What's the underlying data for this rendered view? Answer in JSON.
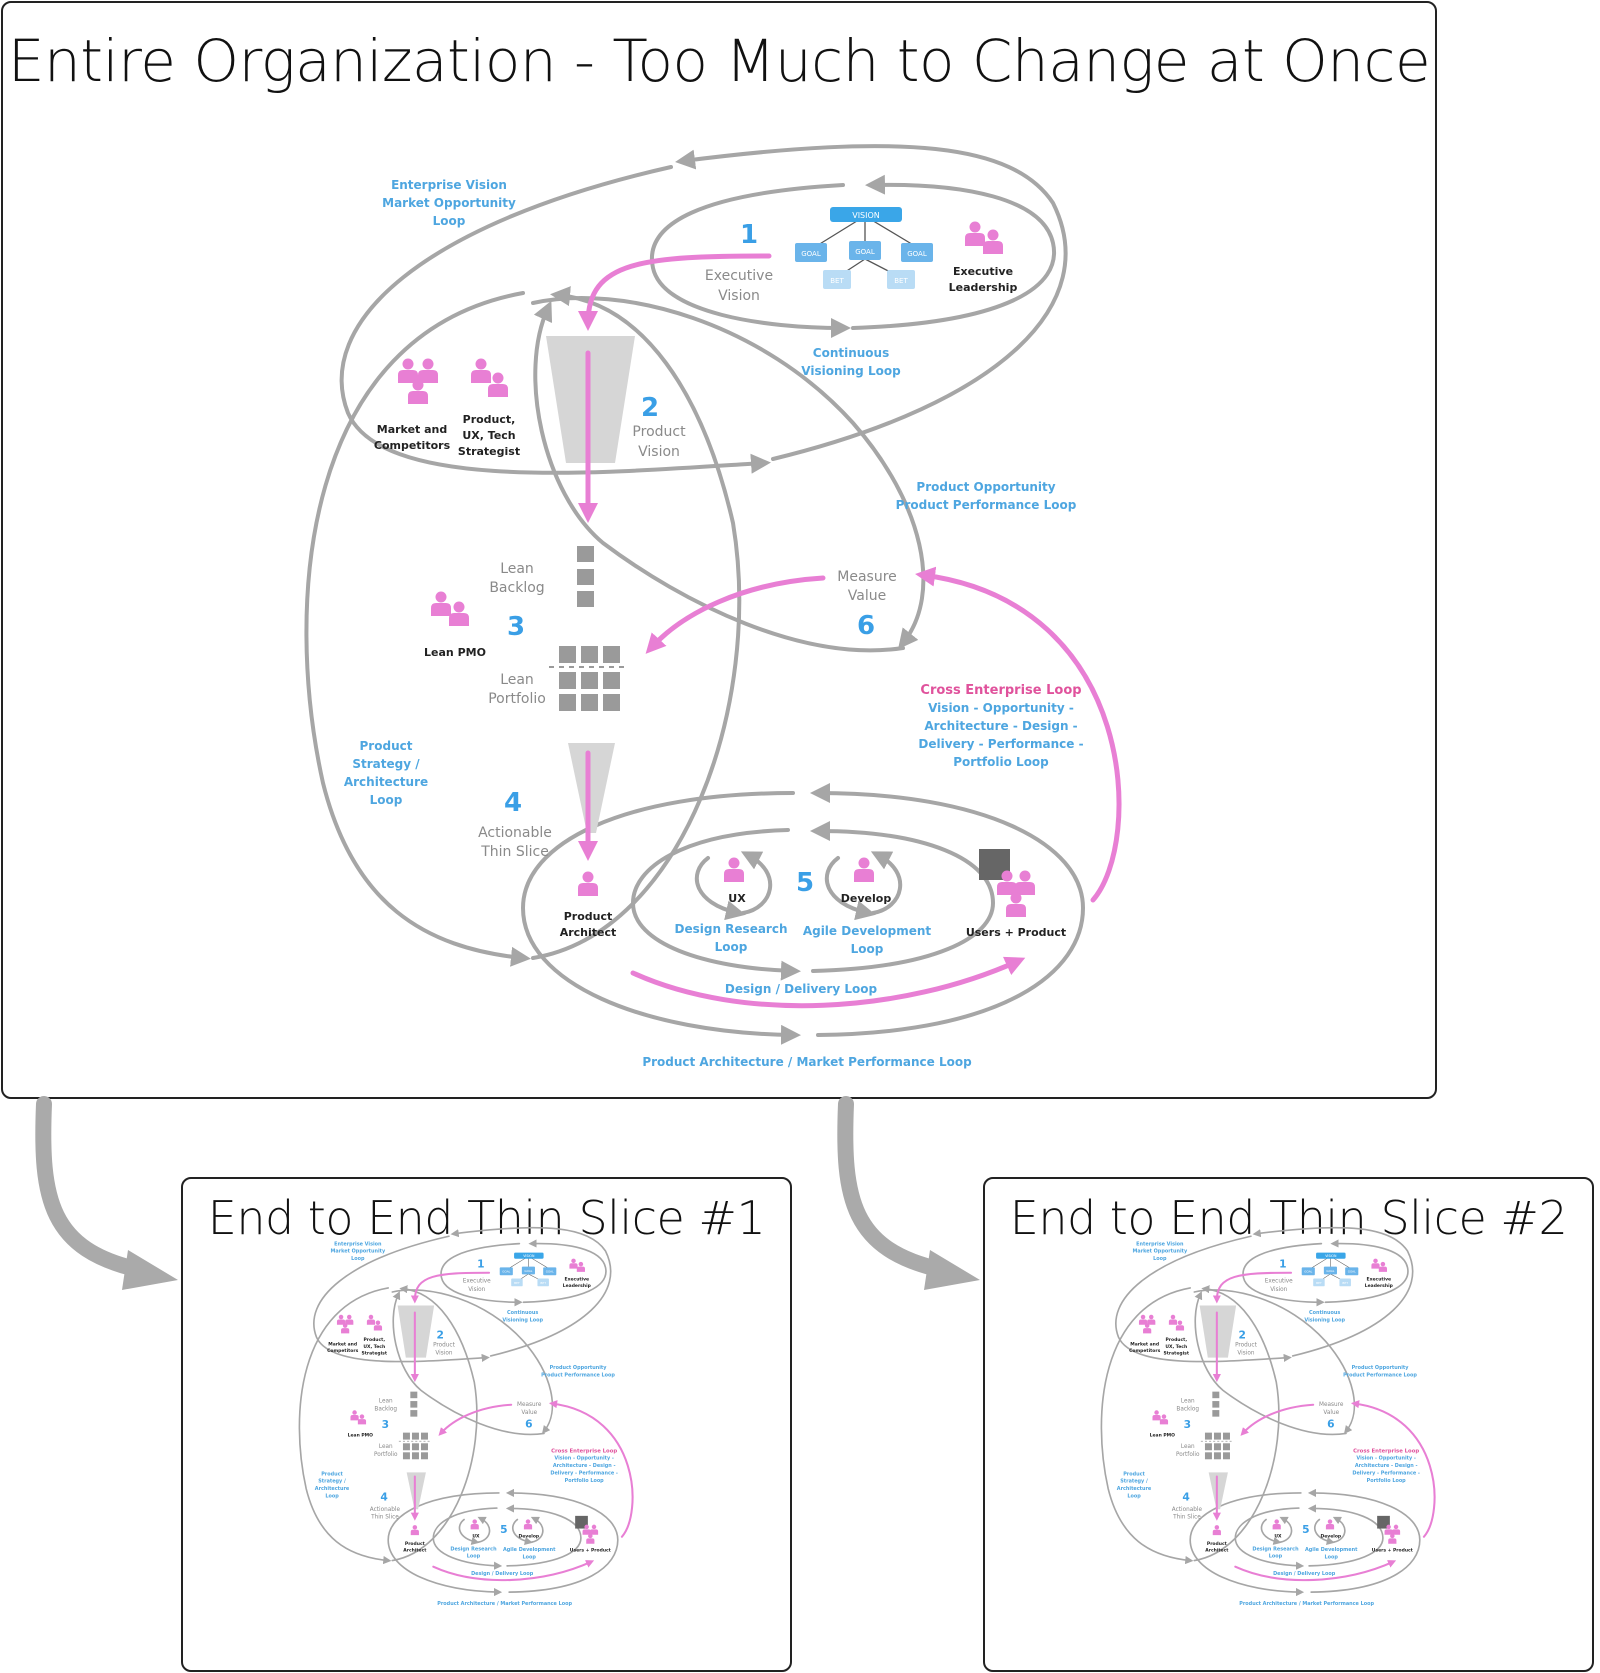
{
  "main": {
    "title": "Entire Organization - Too Much to Change at Once"
  },
  "thumbnails": [
    {
      "title": "End to End Thin Slice #1"
    },
    {
      "title": "End to End Thin Slice #2"
    }
  ],
  "colors": {
    "loop_gray": "#a6a6a6",
    "pink": "#e87fd4",
    "blue": "#3a9fe6",
    "loop_label_blue": "#4ea6e0",
    "cross_enterprise_pink": "#e0529c",
    "step_gray_text": "#8a8a8a",
    "dark_text": "#222222",
    "funnel_gray": "#d6d6d6",
    "block_gray": "#9a9a9a",
    "vision_blue": "#3aa6e8",
    "goal_blue": "#6ab4ea",
    "bet_blue": "#b9dcf5"
  },
  "diagram": {
    "steps": [
      {
        "number": "1",
        "label_line1": "Executive",
        "label_line2": "Vision"
      },
      {
        "number": "2",
        "label_line1": "Product",
        "label_line2": "Vision"
      },
      {
        "number": "3",
        "label_backlog_1": "Lean",
        "label_backlog_2": "Backlog",
        "label_portfolio_1": "Lean",
        "label_portfolio_2": "Portfolio"
      },
      {
        "number": "4",
        "label_line1": "Actionable",
        "label_line2": "Thin Slice"
      },
      {
        "number": "5"
      },
      {
        "number": "6",
        "label_line1": "Measure",
        "label_line2": "Value"
      }
    ],
    "vision_tree": {
      "root": "VISION",
      "goals": [
        "GOAL",
        "GOAL",
        "GOAL"
      ],
      "bets": [
        "BET",
        "BET"
      ]
    },
    "roles": {
      "executive_1": "Executive",
      "executive_2": "Leadership",
      "market_1": "Market and",
      "market_2": "Competitors",
      "strategist_1": "Product,",
      "strategist_2": "UX, Tech",
      "strategist_3": "Strategist",
      "lean_pmo": "Lean PMO",
      "product_architect_1": "Product",
      "product_architect_2": "Architect",
      "ux": "UX",
      "develop": "Develop",
      "users_product": "Users + Product"
    },
    "loops": {
      "enterprise_1": "Enterprise Vision",
      "enterprise_2": "Market Opportunity",
      "enterprise_3": "Loop",
      "continuous_1": "Continuous",
      "continuous_2": "Visioning Loop",
      "product_opp_1": "Product Opportunity",
      "product_opp_2": "Product Performance Loop",
      "strategy_1": "Product",
      "strategy_2": "Strategy /",
      "strategy_3": "Architecture",
      "strategy_4": "Loop",
      "cross_title": "Cross Enterprise Loop",
      "cross_1": "Vision - Opportunity -",
      "cross_2": "Architecture - Design -",
      "cross_3": "Delivery - Performance -",
      "cross_4": "Portfolio Loop",
      "design_research_1": "Design Research",
      "design_research_2": "Loop",
      "agile_1": "Agile Development",
      "agile_2": "Loop",
      "design_delivery": "Design / Delivery Loop",
      "architecture_market": "Product Architecture / Market Performance Loop"
    }
  }
}
